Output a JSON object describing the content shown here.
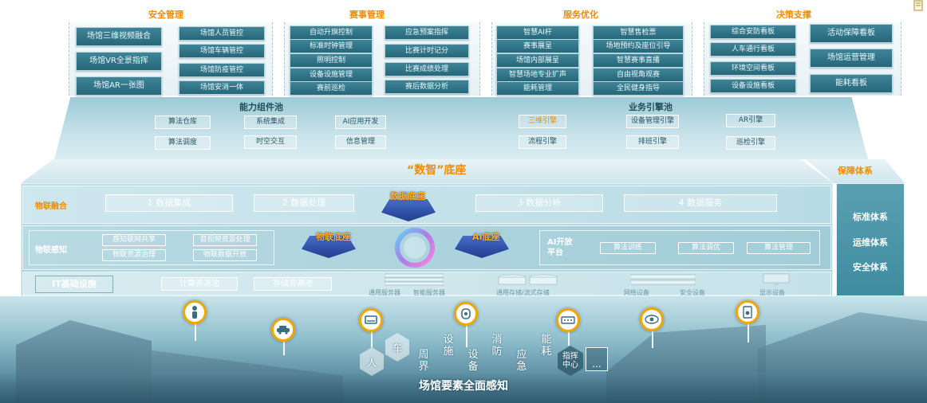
{
  "categories": {
    "safety": {
      "title": "安全管理",
      "items": [
        "场馆三维视频融合",
        "场馆VR全景指挥",
        "场馆AR一张图",
        "场馆人员管控",
        "场馆车辆管控",
        "场馆防疫管控",
        "场馆安消一体"
      ]
    },
    "event": {
      "title": "赛事管理",
      "items": [
        "自动升旗控制",
        "标准时钟管理",
        "照明控制",
        "设备设施管理",
        "赛前巡检",
        "应急预案指挥",
        "比赛计时记分",
        "比赛成绩处理",
        "赛后数据分析"
      ]
    },
    "service": {
      "title": "服务优化",
      "items": [
        "智慧AI杆",
        "赛事展呈",
        "场馆内部展呈",
        "智慧场地专业扩声",
        "能耗管理",
        "智慧售检票",
        "场地预约及座位引导",
        "智慧赛事直播",
        "自由视角观赛",
        "全民健身指导"
      ]
    },
    "decision": {
      "title": "决策支撑",
      "items": [
        "综合安防看板",
        "人车通行看板",
        "环境空间看板",
        "设备设施看板",
        "活动保障看板",
        "场馆运营管理",
        "能耗看板"
      ]
    }
  },
  "ability": {
    "left_title": "能力组件池",
    "left_items": [
      "算法仓库",
      "系统集成",
      "AI应用开发",
      "算法调度",
      "时空交互",
      "信息管理"
    ],
    "right_title": "业务引擎池",
    "right_items": [
      "三维引擎",
      "设备管理引擎",
      "AR引擎",
      "流程引擎",
      "排班引擎",
      "巡检引擎"
    ]
  },
  "base": {
    "title": "“数智”底座",
    "guarantee_title": "保障体系",
    "guarantee_items": [
      "标准体系",
      "运维体系",
      "安全体系"
    ],
    "iot_fusion": {
      "label": "物联融合",
      "steps": [
        "1 数据集成",
        "2 数据处理",
        "3 数据分析",
        "4 数据服务"
      ]
    },
    "iot_sensing": {
      "label": "物联感知",
      "items": [
        "感知联网共享",
        "音视频资源处理",
        "物联资源治理",
        "物联数据开放"
      ]
    },
    "stacks": {
      "data": "数据底座",
      "iot": "物联底座",
      "ai": "AI底座"
    },
    "ai_platform": {
      "label": "AI开放平台",
      "items": [
        "算法训练",
        "算法调优",
        "算法管理"
      ]
    },
    "it": {
      "label": "IT基础设施",
      "pools": [
        "计算资源池",
        "存储资源池"
      ],
      "devices": [
        "通用服务器",
        "智能服务器",
        "通用存储/流式存储",
        "网络设备",
        "安全设备",
        "显示设备"
      ]
    }
  },
  "perception": {
    "title": "场馆要素全面感知",
    "elements": [
      "人",
      "车",
      "周界",
      "设施",
      "设备",
      "消防",
      "应急",
      "能耗",
      "指挥中心",
      "..."
    ]
  },
  "colors": {
    "accent_orange": "#f08c00",
    "tile_teal": "#2f7386",
    "stack_blue": "#2e4fa6",
    "ring_purple": "#b070e8"
  },
  "icons": [
    "person-icon",
    "car-icon",
    "gate-icon",
    "camera-dome-icon",
    "console-icon",
    "eye-icon",
    "alarm-icon",
    "document-icon"
  ]
}
